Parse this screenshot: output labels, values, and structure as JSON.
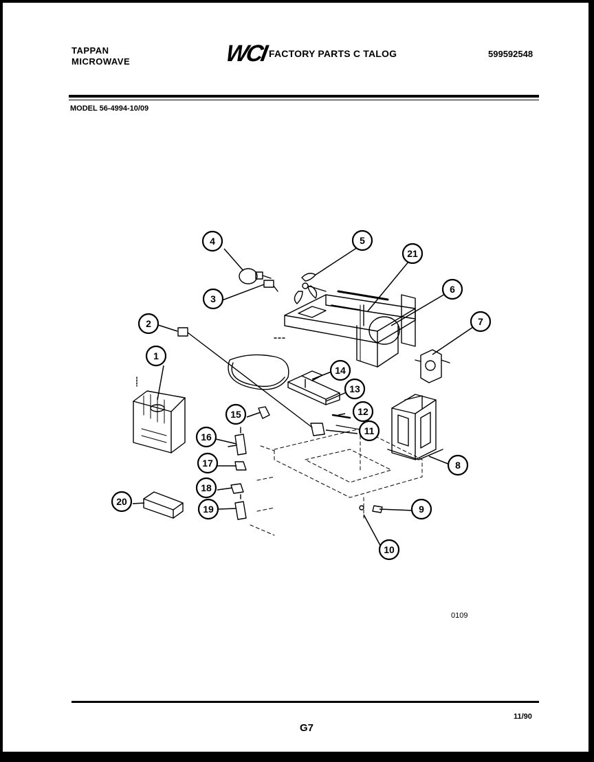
{
  "header": {
    "brand_line1": "TAPPAN",
    "brand_line2": "MICROWAVE",
    "logo_text": "WCI",
    "catalog_title": "FACTORY PARTS C TALOG",
    "part_number": "599592548",
    "model": "MODEL 56-4994-10/09"
  },
  "diagram": {
    "callouts": [
      "1",
      "2",
      "3",
      "4",
      "5",
      "6",
      "7",
      "8",
      "9",
      "10",
      "11",
      "12",
      "13",
      "14",
      "15",
      "16",
      "17",
      "18",
      "19",
      "20",
      "21"
    ],
    "figure_code": "0109"
  },
  "footer": {
    "page_code": "G7",
    "date_code": "11/90"
  }
}
